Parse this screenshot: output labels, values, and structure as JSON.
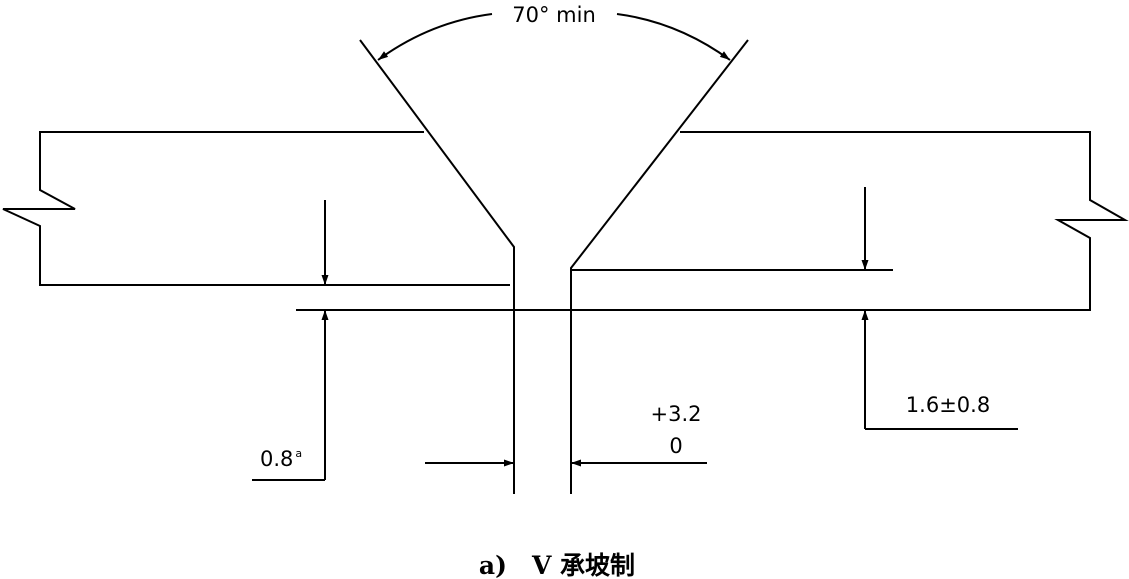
{
  "diagram": {
    "angle_label": "70° min",
    "land_label": "0.8",
    "land_superscript": "a",
    "gap_tolerance_plus": "+3.2",
    "gap_tolerance_minus": "0",
    "thickness_label": "1.6±0.8",
    "caption": "a)　V 承坡制"
  },
  "colors": {
    "line": "#000000",
    "background": "#ffffff"
  }
}
